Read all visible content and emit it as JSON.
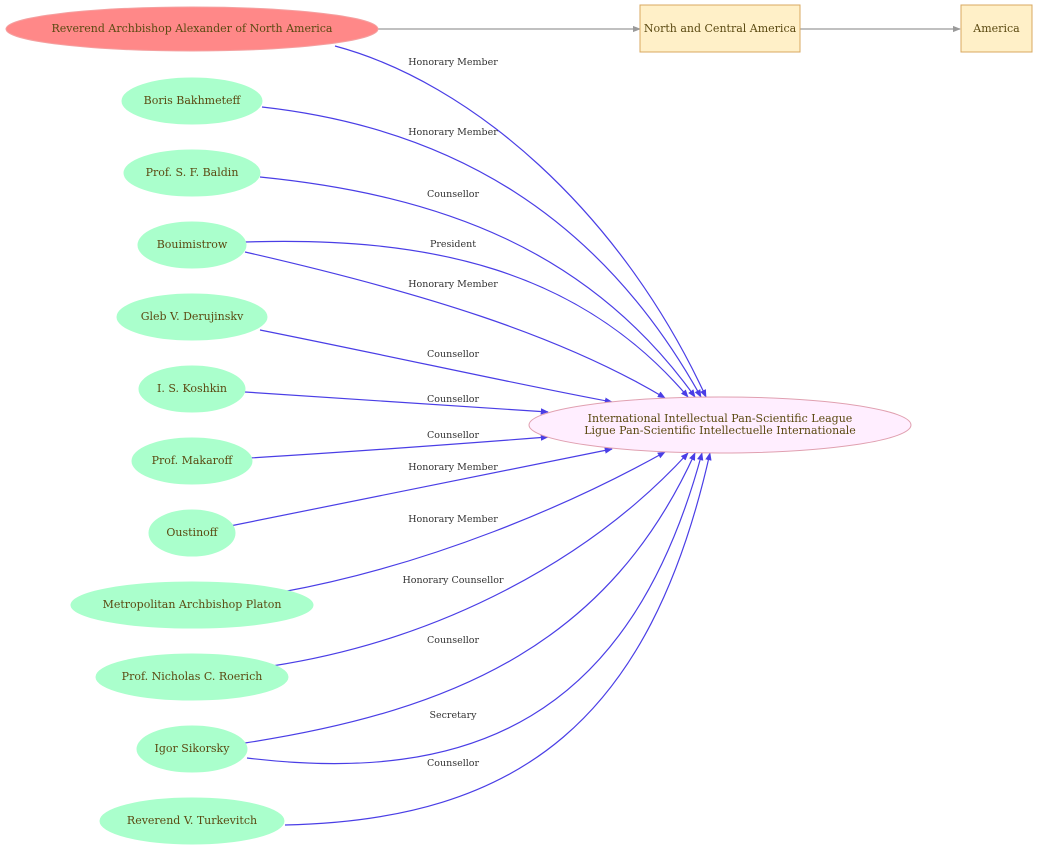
{
  "diagram": {
    "colors": {
      "person_fill": "#aaffcc",
      "person_stroke": "#aaffcc",
      "root_fill": "#ff8888",
      "org_fill": "#ffeeff",
      "org_stroke": "#e0a0b0",
      "region_fill": "#fff0c8",
      "region_stroke": "#d8a860",
      "edge_blue": "#4a3ee6",
      "edge_grey": "#9a9a9a",
      "text": "#5b4a12"
    },
    "root": {
      "label": "Reverend Archbishop Alexander  of North America"
    },
    "regions": [
      {
        "label": "North and Central America"
      },
      {
        "label": "America"
      }
    ],
    "organization": {
      "line1": "International Intellectual Pan-Scientific League",
      "line2": "Ligue Pan-Scientific Intellectuelle Internationale"
    },
    "people": [
      {
        "label": "Boris Bakhmeteff"
      },
      {
        "label": "Prof. S. F. Baldin"
      },
      {
        "label": "Bouimistrow"
      },
      {
        "label": "Gleb V. Derujinskv"
      },
      {
        "label": "I. S. Koshkin"
      },
      {
        "label": "Prof. Makaroff"
      },
      {
        "label": "Oustinoff"
      },
      {
        "label": "Metropolitan Archbishop Platon"
      },
      {
        "label": "Prof. Nicholas C. Roerich"
      },
      {
        "label": "Igor Sikorsky"
      },
      {
        "label": "Reverend V. Turkevitch"
      }
    ],
    "edge_labels": [
      "Honorary Member",
      "Honorary Member",
      "Counsellor",
      "President",
      "Honorary Member",
      "Counsellor",
      "Counsellor",
      "Counsellor",
      "Honorary Member",
      "Honorary Member",
      "Honorary Counsellor",
      "Counsellor",
      "Secretary",
      "Counsellor"
    ]
  }
}
